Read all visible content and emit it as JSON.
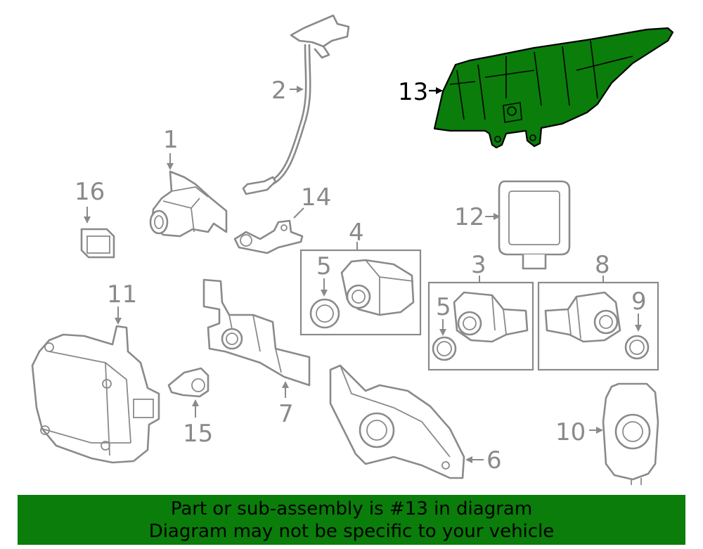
{
  "callouts": {
    "c1": "1",
    "c2": "2",
    "c3": "3",
    "c4": "4",
    "c5a": "5",
    "c5b": "5",
    "c6": "6",
    "c7": "7",
    "c8": "8",
    "c9": "9",
    "c10": "10",
    "c11": "11",
    "c12": "12",
    "c13": "13",
    "c14": "14",
    "c15": "15",
    "c16": "16"
  },
  "highlighted_part": "13",
  "colors": {
    "highlight": "#0a7d0a",
    "line": "#8a8a8a",
    "banner": "#0a7d0a"
  },
  "banner": {
    "line1": "Part or sub-assembly is #13 in diagram",
    "line2": "Diagram may not be specific to your vehicle"
  }
}
